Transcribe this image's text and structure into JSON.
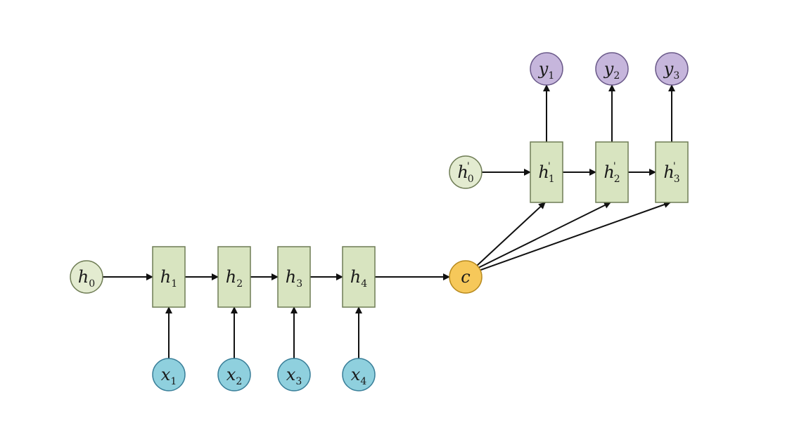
{
  "colors": {
    "hidden_fill": "#d8e4c0",
    "hidden_stroke": "#6f7d55",
    "input_fill": "#8fd0de",
    "input_stroke": "#3a7f99",
    "output_fill": "#c6b6dc",
    "output_stroke": "#6b5a8a",
    "context_fill": "#f6c85a",
    "context_stroke": "#b88a1e",
    "init_fill": "#e3ebd0",
    "init_stroke": "#6f7d55"
  },
  "encoder": {
    "initial_state": {
      "letter": "h",
      "sub": "0"
    },
    "hidden": [
      {
        "letter": "h",
        "sub": "1"
      },
      {
        "letter": "h",
        "sub": "2"
      },
      {
        "letter": "h",
        "sub": "3"
      },
      {
        "letter": "h",
        "sub": "4"
      }
    ],
    "inputs": [
      {
        "letter": "x",
        "sub": "1"
      },
      {
        "letter": "x",
        "sub": "2"
      },
      {
        "letter": "x",
        "sub": "3"
      },
      {
        "letter": "x",
        "sub": "4"
      }
    ]
  },
  "context": {
    "letter": "c"
  },
  "decoder": {
    "initial_state": {
      "letter": "h",
      "sub": "0",
      "prime": "'"
    },
    "hidden": [
      {
        "letter": "h",
        "sub": "1",
        "prime": "'"
      },
      {
        "letter": "h",
        "sub": "2",
        "prime": "'"
      },
      {
        "letter": "h",
        "sub": "3",
        "prime": "'"
      }
    ],
    "outputs": [
      {
        "letter": "y",
        "sub": "1"
      },
      {
        "letter": "y",
        "sub": "2"
      },
      {
        "letter": "y",
        "sub": "3"
      }
    ]
  }
}
